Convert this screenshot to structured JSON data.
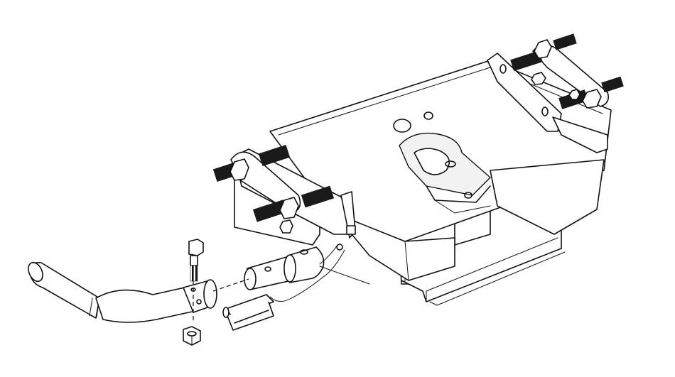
{
  "figure": {
    "type": "exploded assembly line drawing",
    "style": "black outline on white",
    "colors": {
      "line": "#111111",
      "background": "#ffffff"
    }
  },
  "parts": [
    {
      "id": "hitch-plate",
      "icon": "fifth-wheel-plate"
    },
    {
      "id": "pivot-tube",
      "icon": "tube"
    },
    {
      "id": "handle",
      "icon": "bent-handle"
    },
    {
      "id": "bolt",
      "icon": "hex-bolt"
    },
    {
      "id": "nut",
      "icon": "hex-nut"
    },
    {
      "id": "safety-clip",
      "icon": "lanyard-clip"
    },
    {
      "id": "u-bolt-front",
      "icon": "u-bolt"
    },
    {
      "id": "u-bolt-rear",
      "icon": "u-bolt"
    }
  ]
}
